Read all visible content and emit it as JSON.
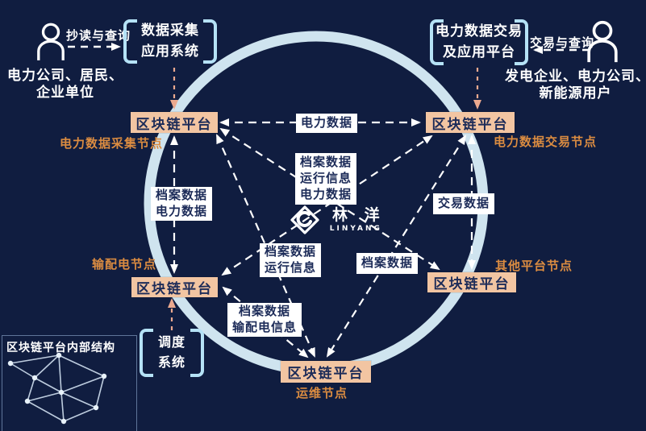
{
  "colors": {
    "background": "#101d40",
    "ring": "#cfe4ef",
    "node_fill": "#f2c5a2",
    "node_text": "#1c2b58",
    "role_text": "#db8c41",
    "pink_arrow": "#eba98f",
    "bracket": "#b5e2f6"
  },
  "top_left_group": {
    "actor_line1": "电力公司、居民、",
    "actor_line2": "企业单位",
    "flow_label": "抄读与查询",
    "system_line1": "数据采集",
    "system_line2": "应用系统"
  },
  "top_right_group": {
    "actor_line1": "发电企业、电力公司、",
    "actor_line2": "新能源用户",
    "flow_label": "交易与查询",
    "system_line1": "电力数据交易",
    "system_line2": "及应用平台"
  },
  "dispatch_system": {
    "line1": "调度",
    "line2": "系统"
  },
  "blockchain_nodes": {
    "collect": {
      "label": "区块链平台",
      "role": "电力数据采集节点"
    },
    "trade": {
      "label": "区块链平台",
      "role": "电力数据交易节点"
    },
    "distribution": {
      "label": "区块链平台",
      "role": "输配电节点"
    },
    "other_platform": {
      "label": "区块链平台",
      "role": "其他平台节点"
    },
    "operations": {
      "label": "区块链平台",
      "role": "运维节点"
    }
  },
  "edge_labels": {
    "power_data": "电力数据",
    "trade_data": "交易数据",
    "archive_data": "档案数据",
    "center": {
      "line1": "档案数据",
      "line2": "运行信息",
      "line3": "电力数据"
    },
    "left": {
      "line1": "档案数据",
      "line2": "电力数据"
    },
    "mid": {
      "line1": "档案数据",
      "line2": "运行信息"
    },
    "bottom": {
      "line1": "档案数据",
      "line2": "输配电信息"
    }
  },
  "logo": {
    "name": "林 洋",
    "subtitle": "LINYANG"
  },
  "inset": {
    "title": "区块链平台内部结构"
  }
}
